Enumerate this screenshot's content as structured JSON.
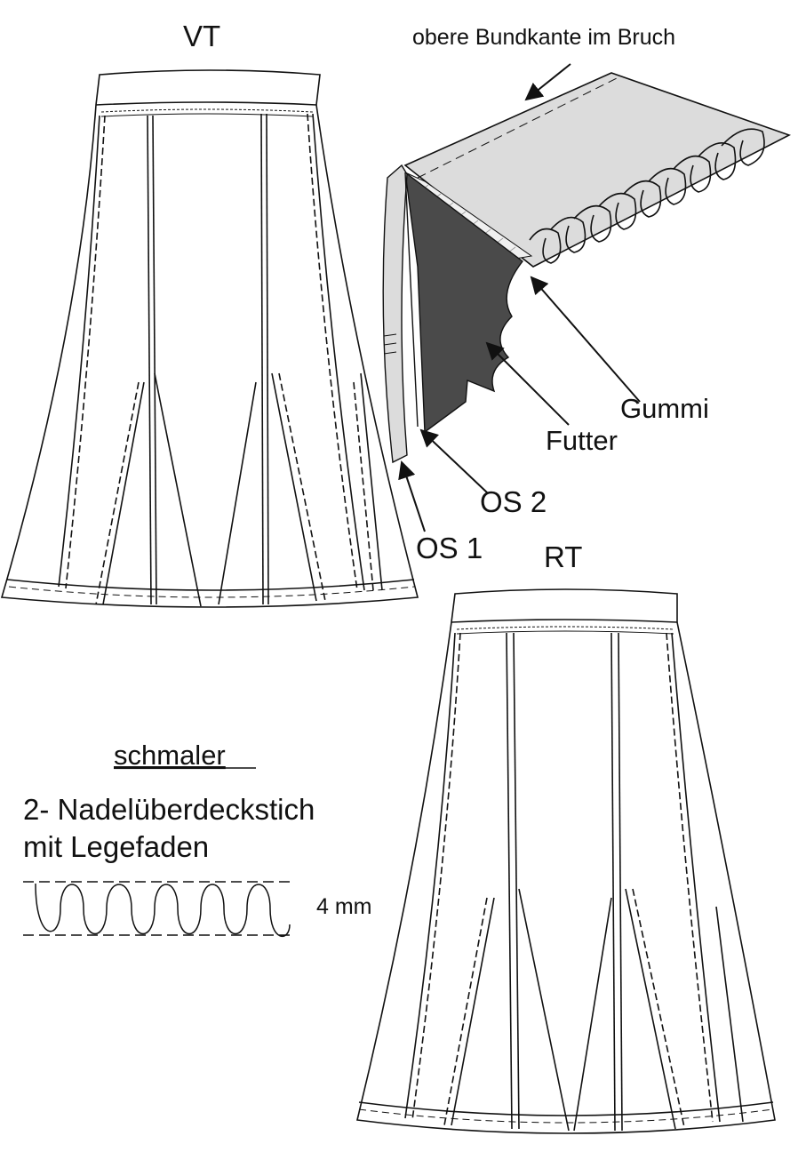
{
  "labels": {
    "front": "VT",
    "back": "RT",
    "waist_fold": "obere Bundkante im Bruch",
    "elastic": "Gummi",
    "lining": "Futter",
    "outer_fabric_2": "OS 2",
    "outer_fabric_1": "OS 1"
  },
  "legend": {
    "heading": "schmaler",
    "line1": "2- Nadelüberdeckstich",
    "line2": "mit Legefaden",
    "width": "4 mm"
  },
  "colors": {
    "ink": "#111111",
    "lining_fill": "#4a4a4a",
    "fabric_fill": "#dcdcdc",
    "paper": "#ffffff"
  },
  "icons": [
    "arrow-icon",
    "coverstitch-icon"
  ]
}
